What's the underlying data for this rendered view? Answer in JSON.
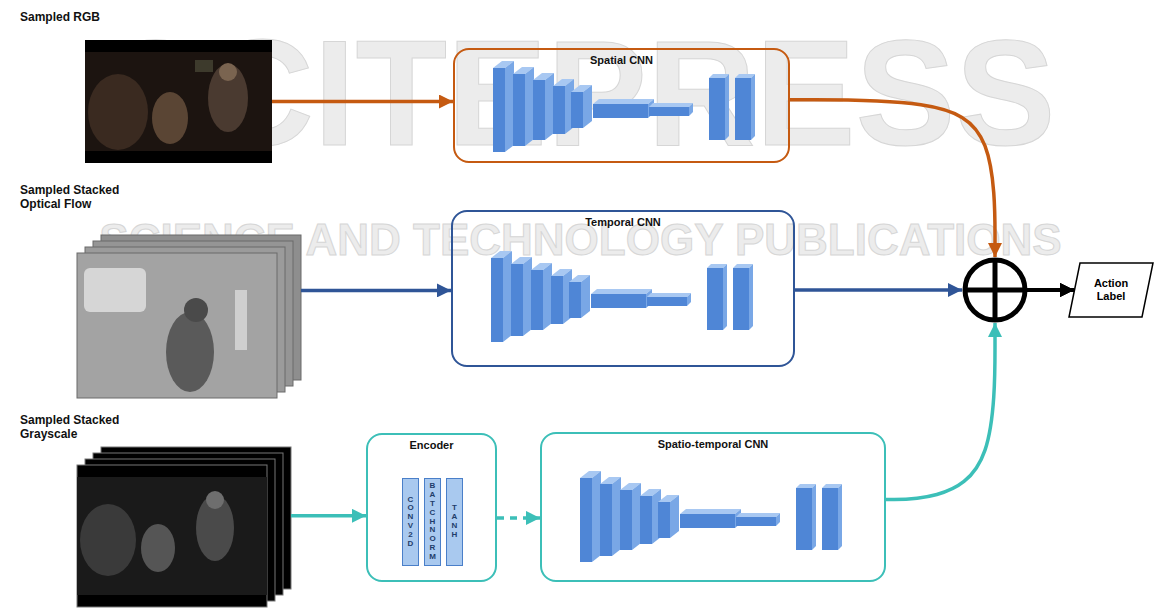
{
  "diagram": {
    "nodes": [
      {
        "text": [
          "Sampled RGB"
        ]
      },
      {
        "text": [
          "Spatial CNN"
        ]
      },
      {
        "text": [
          "Sampled Stacked Optical Flow"
        ]
      },
      {
        "text": [
          "Temporal CNN"
        ]
      },
      {
        "text": [
          "Sampled Stacked Grayscale"
        ]
      },
      {
        "text": [
          "Encoder"
        ]
      },
      {
        "text": [
          "CONV2D"
        ],
        "in": 5
      },
      {
        "text": [
          "BATCHNORM"
        ],
        "in": 5
      },
      {
        "text": [
          "TANH"
        ],
        "in": 5
      },
      {
        "text": [
          "Spatio-temporal CNN"
        ]
      },
      {
        "text": [
          "Action Label"
        ]
      }
    ],
    "edges": [
      {
        "from": 0,
        "to": 1,
        "arrow": "to"
      },
      {
        "from": 2,
        "to": 3,
        "arrow": "to"
      },
      {
        "from": 4,
        "to": 5,
        "arrow": "to"
      },
      {
        "from": 5,
        "to": 9,
        "arrow": "to"
      },
      {
        "from": 1,
        "to": 10,
        "arrow": "to"
      },
      {
        "from": 3,
        "to": 10,
        "arrow": "to"
      },
      {
        "from": 9,
        "to": 10,
        "arrow": "to"
      }
    ],
    "labels": [
      "SCITEPRESS",
      "SCIENCE AND TECHNOLOGY PUBLICATIONS"
    ]
  }
}
